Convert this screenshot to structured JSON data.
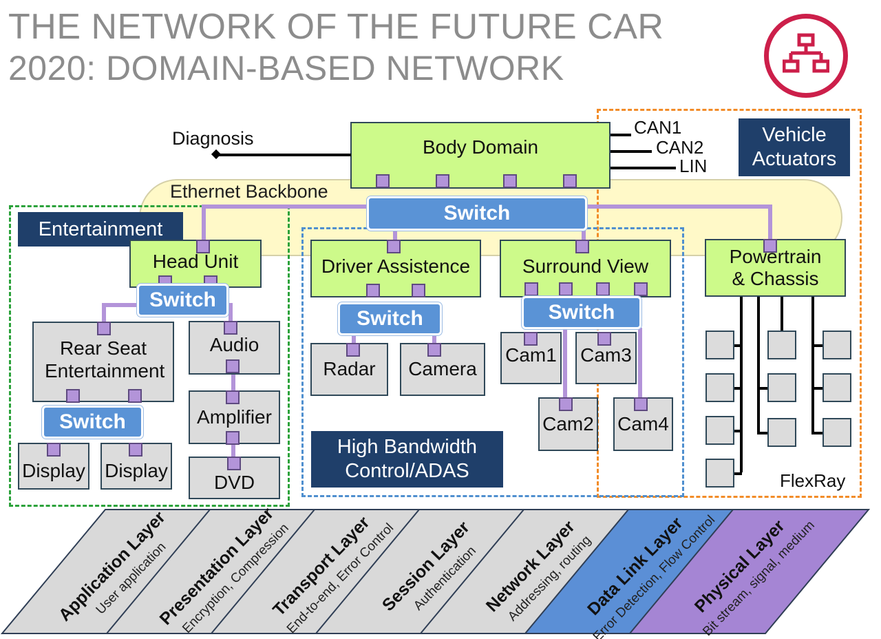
{
  "title": {
    "line1": "THE NETWORK OF THE FUTURE CAR",
    "line2": "2020: DOMAIN-BASED NETWORK"
  },
  "logo_icon": "network-icon",
  "colors": {
    "title_grey": "#8c8c8c",
    "logo_red": "#cc1f4a",
    "ecu_green": "#cdfa8a",
    "switch_blue": "#5a93d6",
    "connector_purple": "#b394d9",
    "label_navy": "#1f3f6a",
    "entertainment_zone": "#2ca23b",
    "adas_zone": "#4f8fcf",
    "actuator_zone": "#f28c28"
  },
  "body_domain": {
    "label": "Body Domain",
    "diagnosis": "Diagnosis",
    "buses": [
      "CAN1",
      "CAN2",
      "LIN"
    ]
  },
  "backbone_label": "Ethernet Backbone",
  "switch_label": "Switch",
  "entertainment": {
    "label": "Entertainment",
    "head_unit": "Head Unit",
    "rear_seat": "Rear Seat Entertainment",
    "audio": "Audio",
    "amplifier": "Amplifier",
    "dvd": "DVD",
    "display_left": "Display",
    "display_right": "Display"
  },
  "adas": {
    "driver_assist": "Driver  Assistence",
    "surround_view": "Surround View",
    "radar": "Radar",
    "camera": "Camera",
    "cam1": "Cam1",
    "cam2": "Cam2",
    "cam3": "Cam3",
    "cam4": "Cam4",
    "label": "High Bandwidth Control/ADAS"
  },
  "actuators": {
    "label": "Vehicle Actuators",
    "powertrain": "Powertrain & Chassis",
    "flexray": "FlexRay"
  },
  "osi_layers": [
    {
      "name": "Application Layer",
      "sub": "User application",
      "color": "#d9d9d9"
    },
    {
      "name": "Presentation Layer",
      "sub": "Encryption, Compression",
      "color": "#d9d9d9"
    },
    {
      "name": "Transport Layer",
      "sub": "End-to-end, Error Control",
      "color": "#d9d9d9"
    },
    {
      "name": "Session Layer",
      "sub": "Authentication",
      "color": "#d9d9d9"
    },
    {
      "name": "Network Layer",
      "sub": "Addressing, routing",
      "color": "#d9d9d9"
    },
    {
      "name": "Data Link Layer",
      "sub": "Error Detection, Flow Control",
      "color": "#5b8fd6"
    },
    {
      "name": "Physical Layer",
      "sub": "Bit stream, signal, medium",
      "color": "#a585d4"
    }
  ]
}
